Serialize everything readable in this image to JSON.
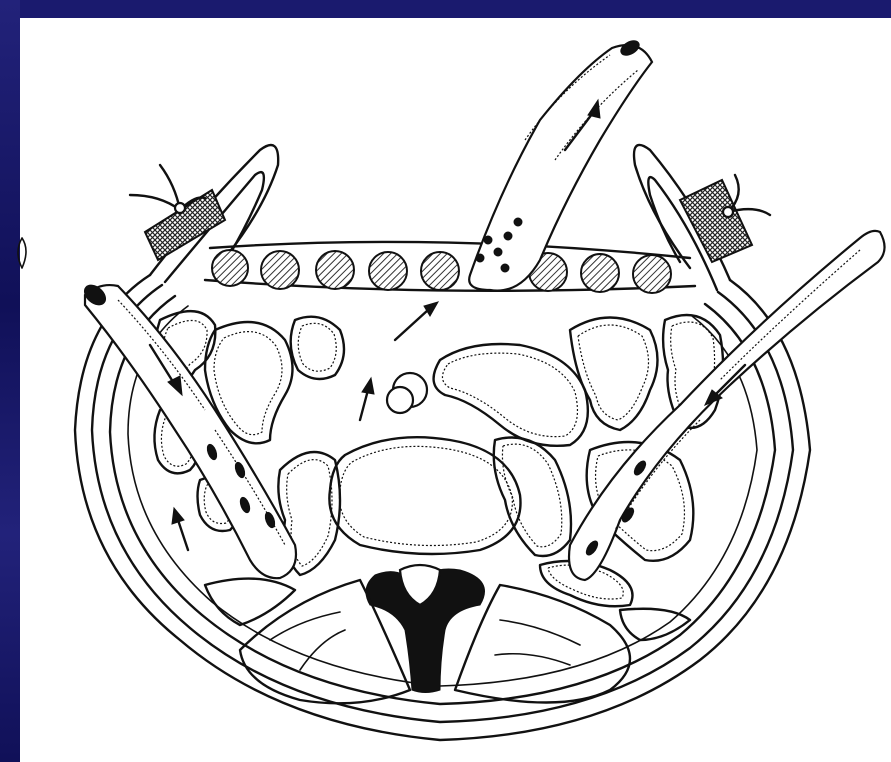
{
  "figure": {
    "subject": "cross-section-drainage-tubes",
    "colors": {
      "background": "#1a1a6e",
      "panel": "#ffffff",
      "ink": "#111111",
      "hatch": "#555555"
    },
    "icons": [
      "drain-tube",
      "flow-arrow",
      "bowel-loop",
      "vertebra",
      "suture-pad"
    ]
  }
}
